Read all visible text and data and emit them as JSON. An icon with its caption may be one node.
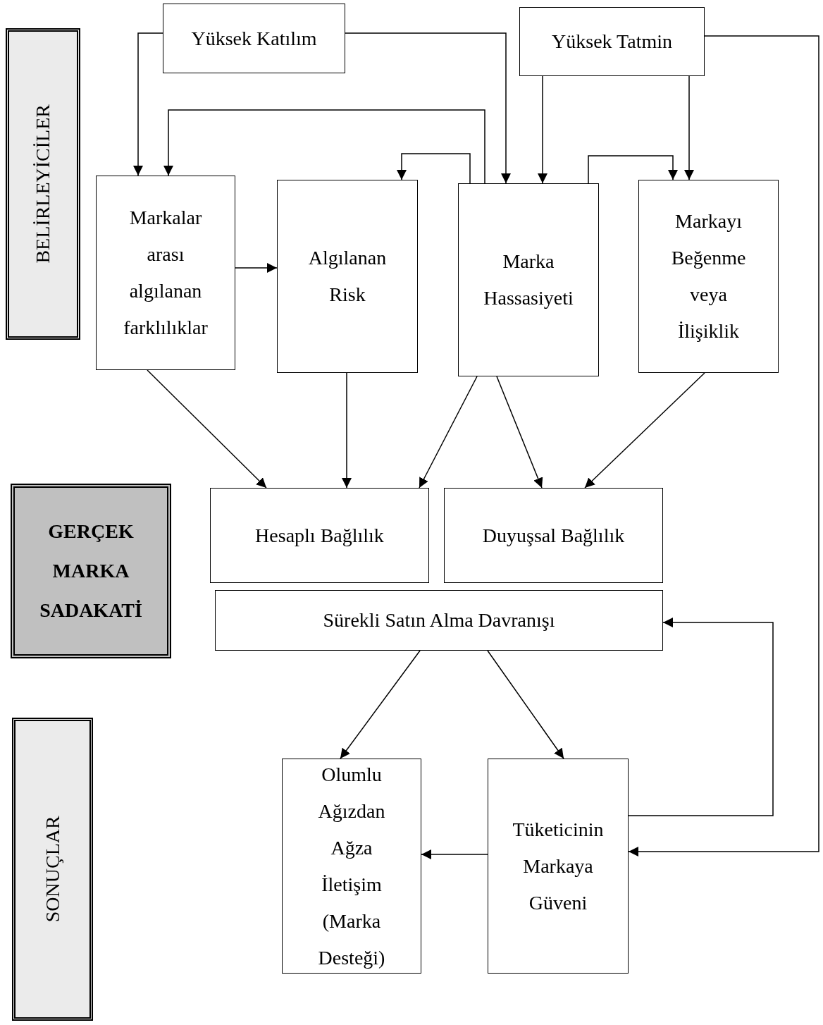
{
  "diagram": {
    "nodes": [
      {
        "text": [
          "BELİRLEYİCİLER"
        ]
      },
      {
        "text": [
          "GERÇEK MARKA SADAKATİ"
        ]
      },
      {
        "text": [
          "SONUÇLAR"
        ]
      },
      {
        "text": [
          "Yüksek Katılım"
        ]
      },
      {
        "text": [
          "Yüksek Tatmin"
        ]
      },
      {
        "text": [
          "Markalar arası algılanan farklılıklar"
        ]
      },
      {
        "text": [
          "Algılanan Risk"
        ]
      },
      {
        "text": [
          "Marka Hassasiyeti"
        ]
      },
      {
        "text": [
          "Markayı Beğenme veya İlişiklik"
        ]
      },
      {
        "text": [
          "Hesaplı Bağlılık"
        ]
      },
      {
        "text": [
          "Duyuşsal Bağlılık"
        ]
      },
      {
        "text": [
          "Sürekli Satın Alma Davranışı"
        ]
      },
      {
        "text": [
          "Olumlu Ağızdan Ağza İletişim (Marka Desteği)"
        ]
      },
      {
        "text": [
          "Tüketicinin Markaya Güveni"
        ]
      }
    ],
    "edges": [
      {
        "from": 3,
        "to": 5,
        "arrow": "to"
      },
      {
        "from": 3,
        "to": 7,
        "arrow": "to"
      },
      {
        "from": 7,
        "to": 5,
        "arrow": "to"
      },
      {
        "from": 7,
        "to": 6,
        "arrow": "to"
      },
      {
        "from": 4,
        "to": 7,
        "arrow": "to"
      },
      {
        "from": 4,
        "to": 8,
        "arrow": "to"
      },
      {
        "from": 7,
        "to": 8,
        "arrow": "to"
      },
      {
        "from": 4,
        "to": 13,
        "arrow": "to"
      },
      {
        "from": 5,
        "to": 6,
        "arrow": "to"
      },
      {
        "from": 5,
        "to": 9,
        "arrow": "to"
      },
      {
        "from": 6,
        "to": 9,
        "arrow": "to"
      },
      {
        "from": 7,
        "to": 9,
        "arrow": "to"
      },
      {
        "from": 7,
        "to": 10,
        "arrow": "to"
      },
      {
        "from": 8,
        "to": 10,
        "arrow": "to"
      },
      {
        "from": 11,
        "to": 12,
        "arrow": "to"
      },
      {
        "from": 11,
        "to": 13,
        "arrow": "to"
      },
      {
        "from": 13,
        "to": 11,
        "arrow": "to"
      },
      {
        "from": 13,
        "to": 12,
        "arrow": "to"
      }
    ]
  }
}
